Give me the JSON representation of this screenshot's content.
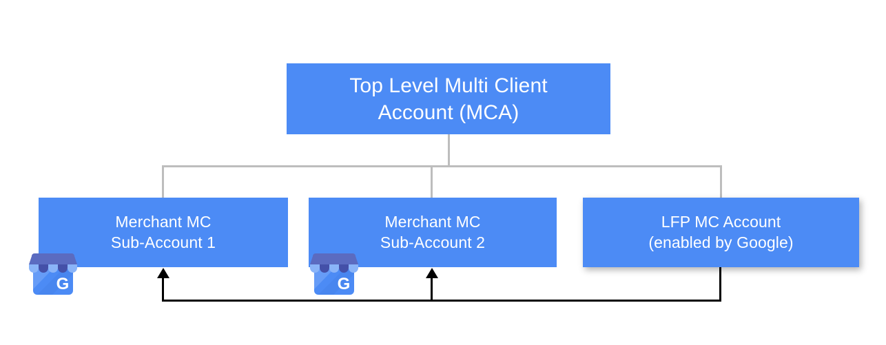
{
  "diagram": {
    "title_hidden": "",
    "colors": {
      "node_fill": "#4c8bf5",
      "node_text": "#ffffff",
      "tree_connector": "#bdbdbd",
      "feedback_arrow": "#000000",
      "background": "#ffffff"
    },
    "nodes": {
      "top": {
        "line1": "Top Level Multi Client",
        "line2": "Account (MCA)"
      },
      "merchant1": {
        "line1": "Merchant MC",
        "line2": "Sub-Account 1"
      },
      "merchant2": {
        "line1": "Merchant MC",
        "line2": "Sub-Account 2"
      },
      "lfp": {
        "line1": "LFP MC Account",
        "line2": "(enabled by Google)"
      }
    },
    "icons": {
      "gmb_1": "google-my-business-storefront-icon",
      "gmb_2": "google-my-business-storefront-icon",
      "gmb_letter": "G"
    }
  }
}
